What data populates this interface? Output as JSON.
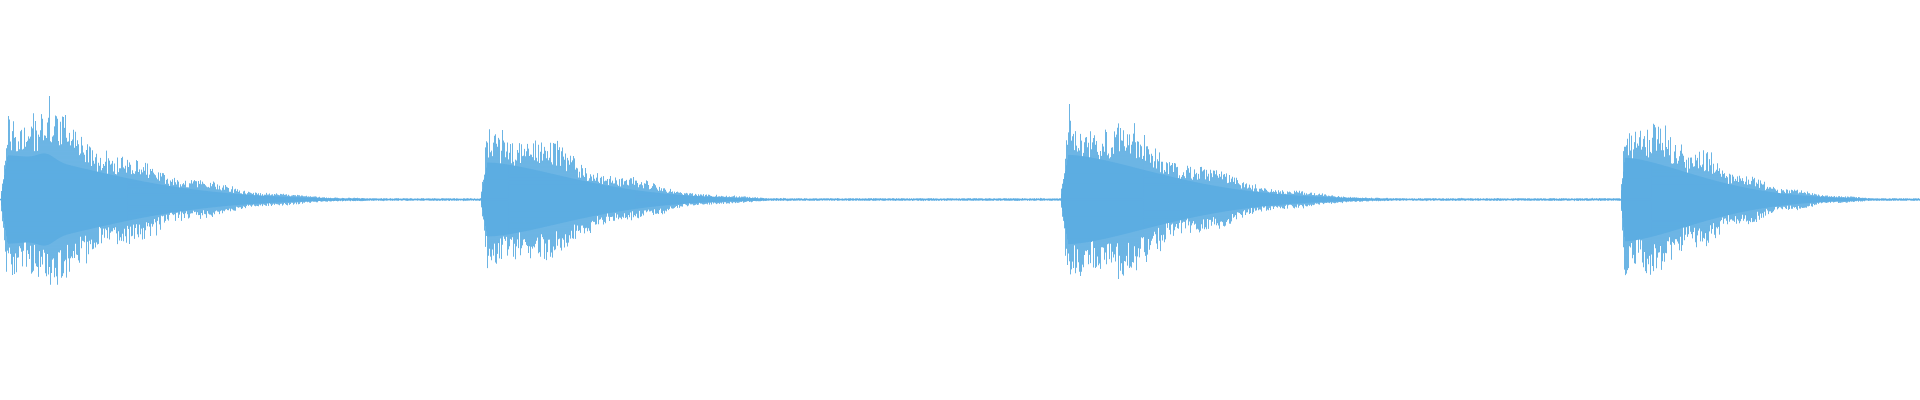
{
  "waveform": {
    "color": "#5dade2",
    "background": "#ffffff",
    "notes": [
      {
        "attack": 0.015,
        "peak": 0.93,
        "decay": 0.16,
        "tail": 0.08,
        "hum": {
          "center": 0.095,
          "width": 0.025,
          "level": 0.14
        }
      },
      {
        "attack": 0.012,
        "peak": 0.78,
        "decay": 0.12,
        "tail": 0.05
      },
      {
        "attack": 0.014,
        "peak": 0.94,
        "decay": 0.11,
        "tail": 0.07
      },
      {
        "attack": 0.015,
        "peak": 0.88,
        "decay": 0.15,
        "tail": 0.11
      }
    ]
  }
}
